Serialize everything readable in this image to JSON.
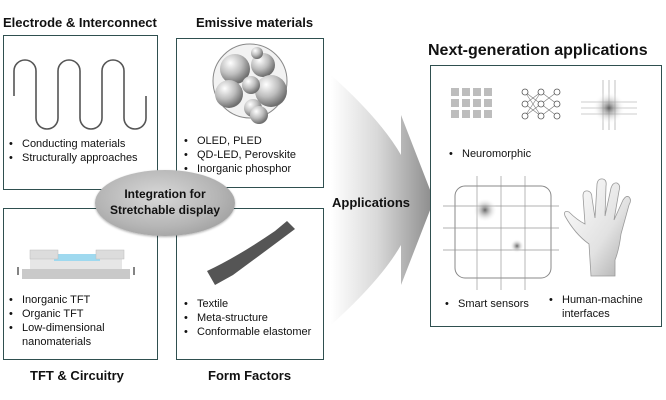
{
  "panels": {
    "electrode": {
      "title": "Electrode & Interconnect",
      "bullets": [
        "Conducting materials",
        "Structurally approaches"
      ]
    },
    "emissive": {
      "title": "Emissive materials",
      "bullets": [
        "OLED, PLED",
        "QD-LED, Perovskite",
        "Inorganic phosphor"
      ]
    },
    "tft": {
      "title": "TFT & Circuitry",
      "bullets": [
        "Inorganic TFT",
        "Organic TFT",
        "Low-dimensional",
        "nanomaterials"
      ]
    },
    "form": {
      "title": "Form Factors",
      "bullets": [
        "Textile",
        "Meta-structure",
        "Conformable elastomer"
      ]
    }
  },
  "center": {
    "line1": "Integration for",
    "line2": "Stretchable display"
  },
  "arrow": {
    "label": "Applications"
  },
  "applications": {
    "title": "Next-generation applications",
    "items": {
      "neuromorphic": "Neuromorphic",
      "sensors": "Smart sensors",
      "hmi_line1": "Human-machine",
      "hmi_line2": "interfaces"
    }
  },
  "colors": {
    "border": "#2f4f4f",
    "ellipse": "#b5b5b5",
    "tft_layer": "#9fd9ef",
    "arrow": "#bdbdbd"
  }
}
